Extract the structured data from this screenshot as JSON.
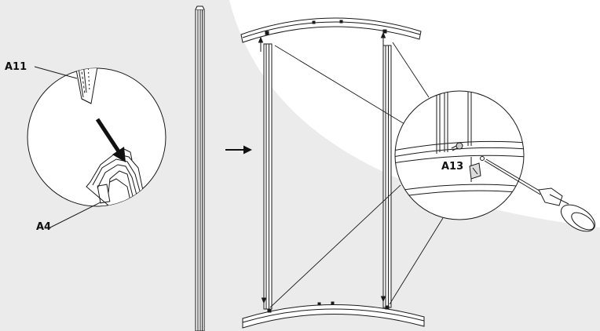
{
  "labels": {
    "part_a11": "A11",
    "part_a4": "A4",
    "part_a13": "A13"
  },
  "colors": {
    "background_shade": "#ebebeb",
    "line": "#1a1a1a"
  },
  "icons": {
    "insert_arrow": "arrow-icon",
    "step_arrow": "arrow-right-icon",
    "screwdriver": "screwdriver-icon"
  }
}
